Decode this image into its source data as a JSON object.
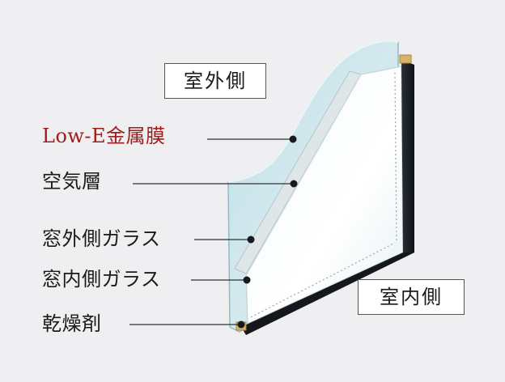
{
  "colors": {
    "background": "#efeef0",
    "text": "#1a1a1a",
    "highlight": "#a01c1c",
    "leader": "#333333",
    "dot": "#1a1a1a"
  },
  "boxes": {
    "outdoor": "室外側",
    "indoor": "室内側"
  },
  "labels": {
    "low_e": "Low-E金属膜",
    "air_layer": "空気層",
    "outer_glass": "窓外側ガラス",
    "inner_glass": "窓内側ガラス",
    "desiccant": "乾燥剤"
  }
}
